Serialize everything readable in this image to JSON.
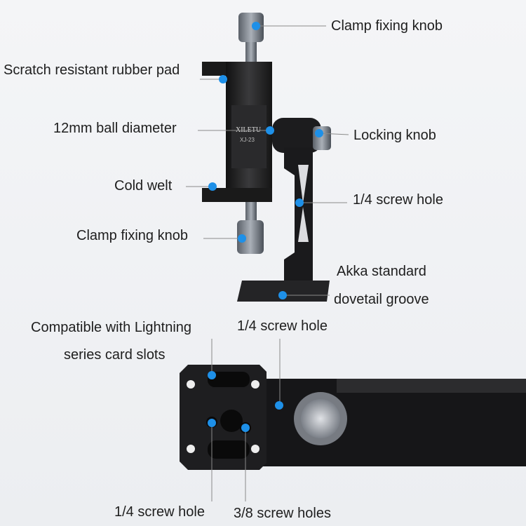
{
  "labels": {
    "clamp_knob_top": "Clamp fixing knob",
    "rubber_pad": "Scratch resistant rubber pad",
    "ball_diameter": "12mm ball diameter",
    "locking_knob": "Locking knob",
    "cold_welt": "Cold welt",
    "screw_hole_side": "1/4 screw hole",
    "clamp_knob_bottom": "Clamp fixing knob",
    "akka_line1": "Akka standard",
    "akka_line2": "dovetail groove",
    "lightning_line1": "Compatible with Lightning",
    "lightning_line2": "series card slots",
    "screw_hole_bottom_top": "1/4 screw hole",
    "screw_hole_bottom_left": "1/4 screw hole",
    "screw_holes_38": "3/8 screw holes"
  },
  "product": {
    "brand_logo": "XILETU",
    "model": "XJ-23"
  },
  "colors": {
    "marker": "#1e90e8",
    "body": "#1c1c1e",
    "leader_line": "#8a8a8a",
    "text": "#1e1e1e"
  }
}
